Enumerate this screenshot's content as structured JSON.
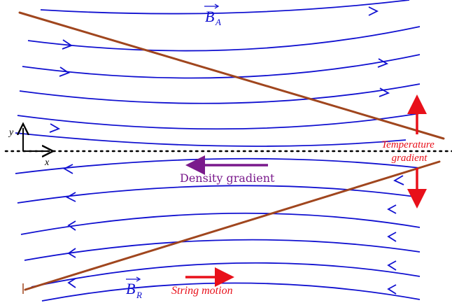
{
  "labels": {
    "b_field_top": "B",
    "b_field_top_sub": "A",
    "b_field_bottom": "B",
    "b_field_bottom_sub": "R",
    "density_gradient": "Density gradient",
    "temperature_gradient_line1": "Temperature",
    "temperature_gradient_line2": "gradient",
    "string_motion": "String motion",
    "axis_y": "y",
    "axis_x": "x"
  },
  "colors": {
    "field_lines": "#1010d0",
    "string": "#a0461e",
    "density_arrow": "#7a1a8c",
    "temperature": "#e8101a",
    "string_motion": "#e8101a",
    "centerline": "#000000",
    "axes": "#000000"
  },
  "field_lines": {
    "top_count": 6,
    "bottom_count": 6,
    "top_direction": "right",
    "bottom_direction": "left"
  }
}
